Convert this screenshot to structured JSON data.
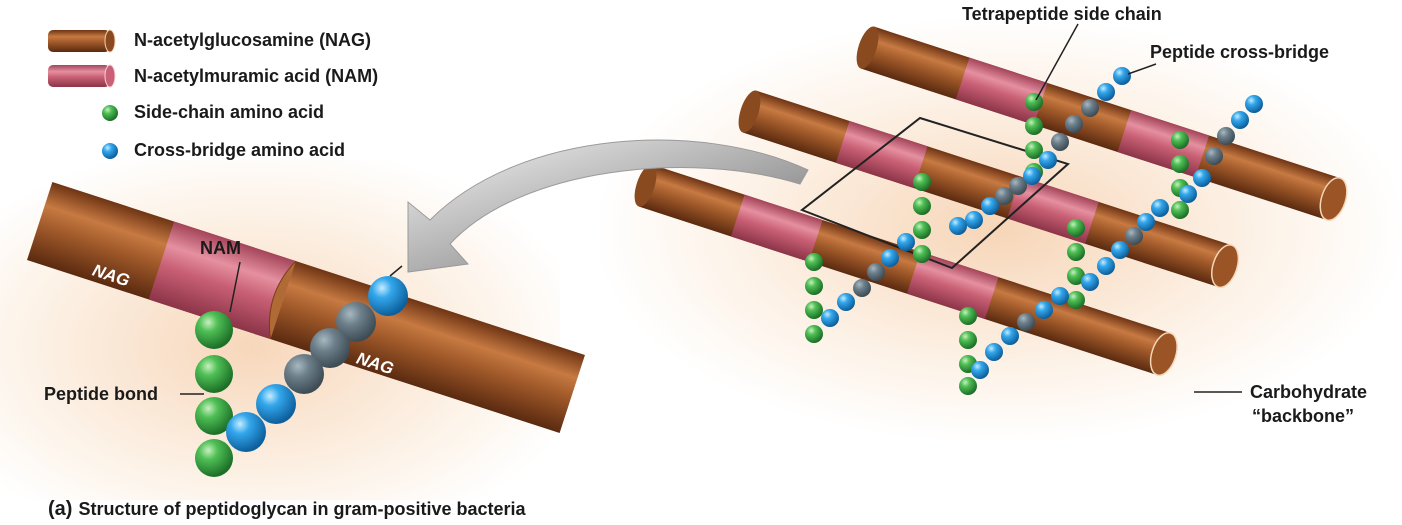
{
  "legend": {
    "nag": "N-acetylglucosamine (NAG)",
    "nam": "N-acetylmuramic acid (NAM)",
    "side_chain": "Side-chain amino acid",
    "cross_bridge": "Cross-bridge amino acid"
  },
  "labels": {
    "tetrapeptide": "Tetrapeptide side chain",
    "cross_bridge": "Peptide cross-bridge",
    "carbohydrate_line1": "Carbohydrate",
    "carbohydrate_line2": "“backbone”",
    "nam": "NAM",
    "nag_left": "NAG",
    "nag_right": "NAG",
    "peptide_bond": "Peptide bond"
  },
  "caption": {
    "tag": "(a)",
    "text": "Structure of peptidoglycan in gram-positive bacteria"
  },
  "colors": {
    "nag": "#9a5426",
    "nam": "#c95f74",
    "side_chain": "#2e9a3e",
    "cross_bridge": "#1f8fd6"
  }
}
